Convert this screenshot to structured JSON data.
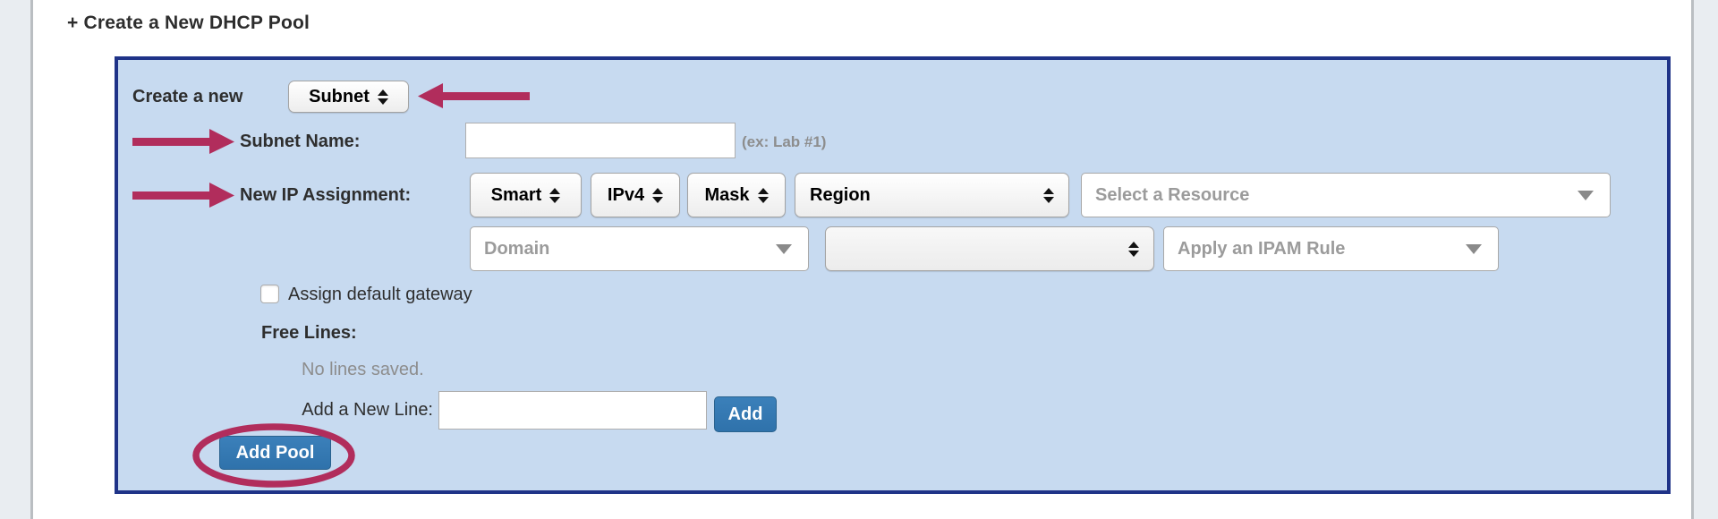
{
  "title": "+ Create a New DHCP Pool",
  "panel": {
    "create_row": {
      "label": "Create a new",
      "type_selected": "Subnet"
    },
    "subnet_row": {
      "label": "Subnet Name:",
      "value": "",
      "hint": "(ex: Lab #1)"
    },
    "ip_row": {
      "label": "New IP Assignment:",
      "selects": [
        {
          "name": "smart",
          "selected": "Smart"
        },
        {
          "name": "ip-version",
          "selected": "IPv4"
        },
        {
          "name": "mask",
          "selected": "Mask"
        },
        {
          "name": "region",
          "selected": "Region"
        }
      ],
      "resource_placeholder": "Select a Resource"
    },
    "second_row": {
      "domain_placeholder": "Domain",
      "secondary_selected": "",
      "ipam_placeholder": "Apply an IPAM Rule"
    },
    "gateway_row": {
      "label": "Assign default gateway",
      "checked": false
    },
    "free_lines": {
      "label": "Free Lines:",
      "status": "No lines saved."
    },
    "add_line_row": {
      "label": "Add a New Line:",
      "value": "",
      "button_label": "Add"
    },
    "add_pool": {
      "button_label": "Add Pool"
    }
  },
  "colors": {
    "panel_bg": "#c7daf0",
    "panel_border": "#1f3388",
    "button_blue": "#3478af",
    "annotation_red": "#b12d5c",
    "hint_gray": "#8d8d8d"
  }
}
